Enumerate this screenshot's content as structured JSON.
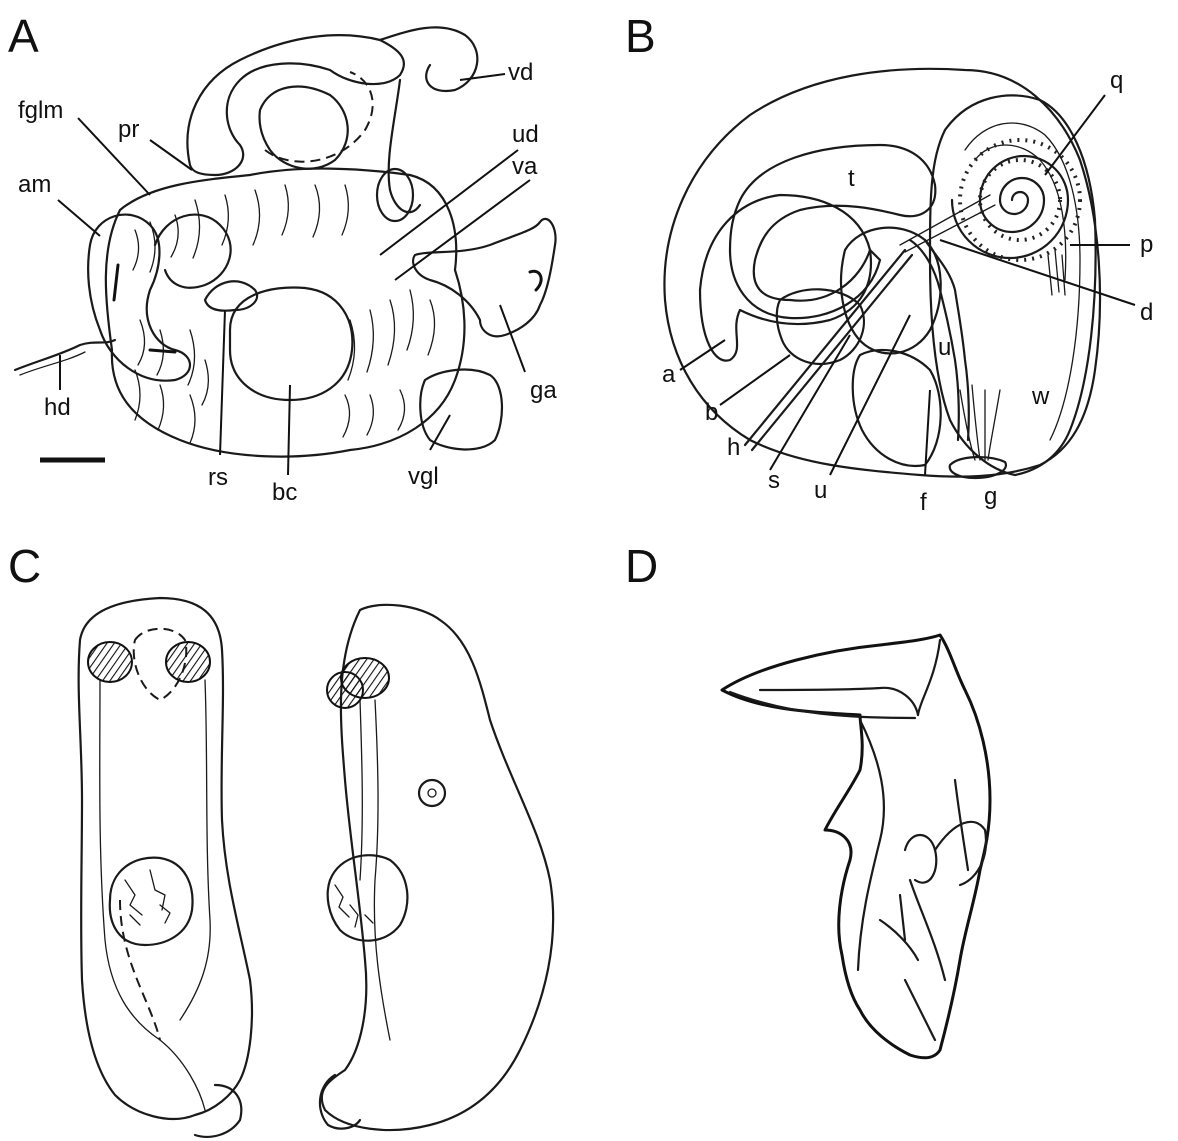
{
  "panels": {
    "A": {
      "letter": "A",
      "labels": {
        "vd": "vd",
        "fglm": "fglm",
        "pr": "pr",
        "ud": "ud",
        "va": "va",
        "am": "am",
        "hd": "hd",
        "rs": "rs",
        "bc": "bc",
        "vgl": "vgl",
        "ga": "ga"
      }
    },
    "B": {
      "letter": "B",
      "labels": {
        "q": "q",
        "t": "t",
        "p": "p",
        "d": "d",
        "a": "a",
        "u_upper": "u",
        "w": "w",
        "b": "b",
        "h": "h",
        "s": "s",
        "u_lower": "u",
        "f": "f",
        "g": "g"
      }
    },
    "C": {
      "letter": "C"
    },
    "D": {
      "letter": "D"
    }
  }
}
